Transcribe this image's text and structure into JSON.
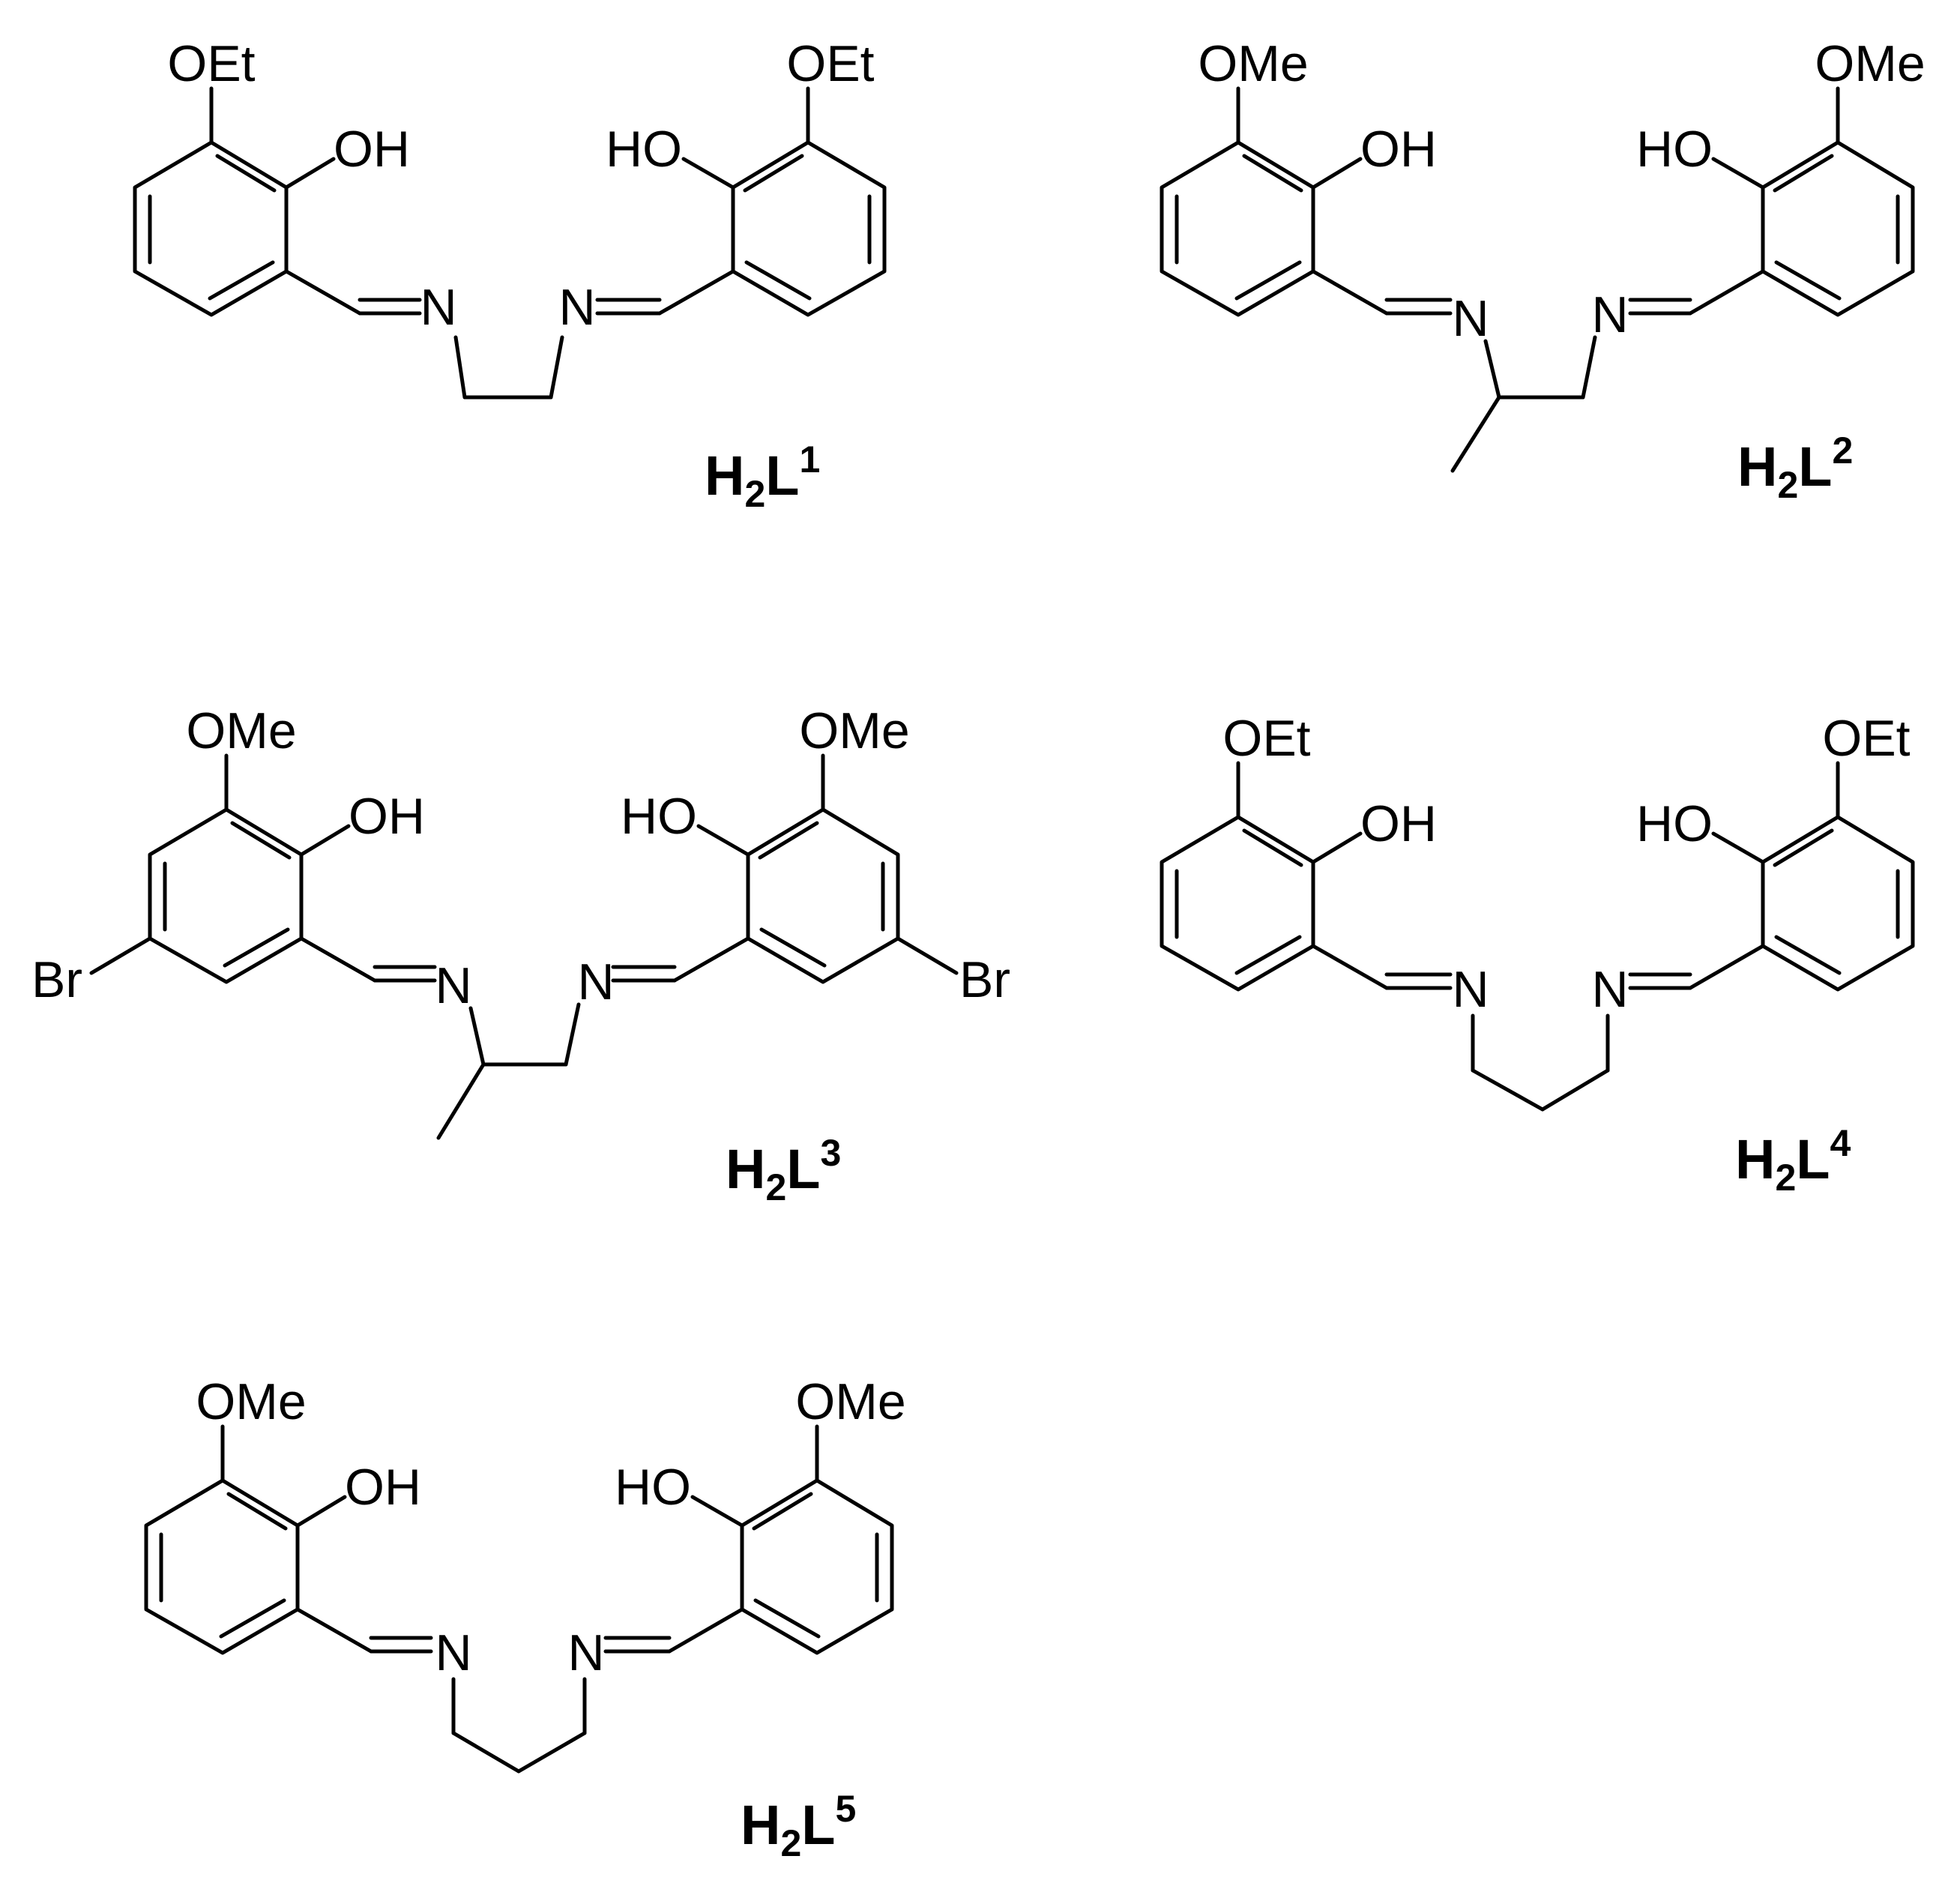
{
  "figure": {
    "molecules": [
      {
        "id": "m1",
        "caption": {
          "main": "H",
          "sub": "2",
          "letter": "L",
          "sup": "1"
        },
        "atoms": {
          "lt_top": "OEt",
          "lt_oh": "OH",
          "ln": "N",
          "rt_top": "OEt",
          "rt_oh": "HO",
          "rn": "N"
        }
      },
      {
        "id": "m2",
        "caption": {
          "main": "H",
          "sub": "2",
          "letter": "L",
          "sup": "2"
        },
        "atoms": {
          "lt_top": "OMe",
          "lt_oh": "OH",
          "ln": "N",
          "rt_top": "OMe",
          "rt_oh": "HO",
          "rn": "N"
        }
      },
      {
        "id": "m3",
        "caption": {
          "main": "H",
          "sub": "2",
          "letter": "L",
          "sup": "3"
        },
        "atoms": {
          "lt_top": "OMe",
          "lt_oh": "OH",
          "ln": "N",
          "lbr": "Br",
          "rt_top": "OMe",
          "rt_oh": "HO",
          "rn": "N",
          "rbr": "Br"
        }
      },
      {
        "id": "m4",
        "caption": {
          "main": "H",
          "sub": "2",
          "letter": "L",
          "sup": "4"
        },
        "atoms": {
          "lt_top": "OEt",
          "lt_oh": "OH",
          "ln": "N",
          "rt_top": "OEt",
          "rt_oh": "HO",
          "rn": "N"
        }
      },
      {
        "id": "m5",
        "caption": {
          "main": "H",
          "sub": "2",
          "letter": "L",
          "sup": "5"
        },
        "atoms": {
          "lt_top": "OMe",
          "lt_oh": "OH",
          "ln": "N",
          "rt_top": "OMe",
          "rt_oh": "HO",
          "rn": "N"
        }
      }
    ]
  }
}
